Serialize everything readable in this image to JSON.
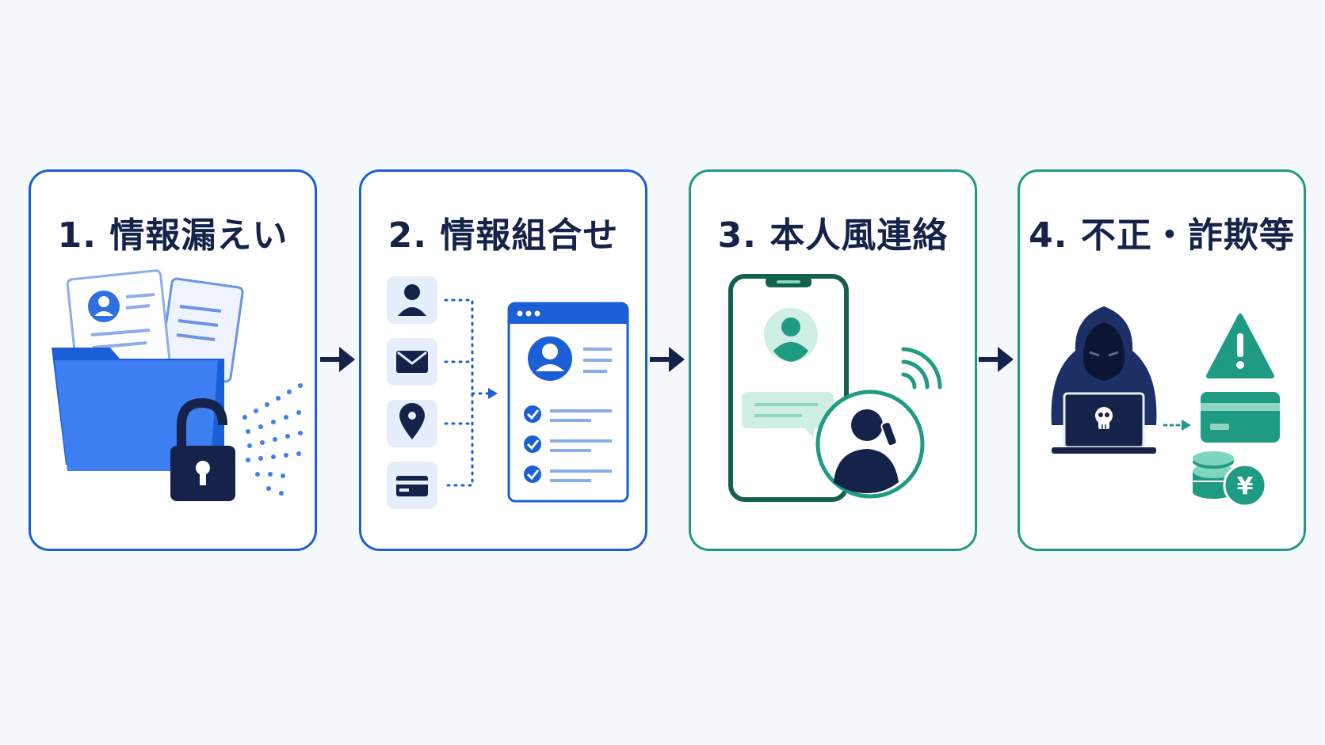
{
  "steps": [
    {
      "title": "1. 情報漏えい"
    },
    {
      "title": "2. 情報組合せ"
    },
    {
      "title": "3. 本人風連絡"
    },
    {
      "title": "4. 不正・詐欺等"
    }
  ],
  "icons": {
    "currency_symbol": "¥"
  },
  "colors": {
    "blue": "#1a5fd6",
    "navy": "#15234a",
    "teal": "#1f9a83",
    "light_blue": "#e6eefb",
    "light_teal": "#d7efe8"
  }
}
